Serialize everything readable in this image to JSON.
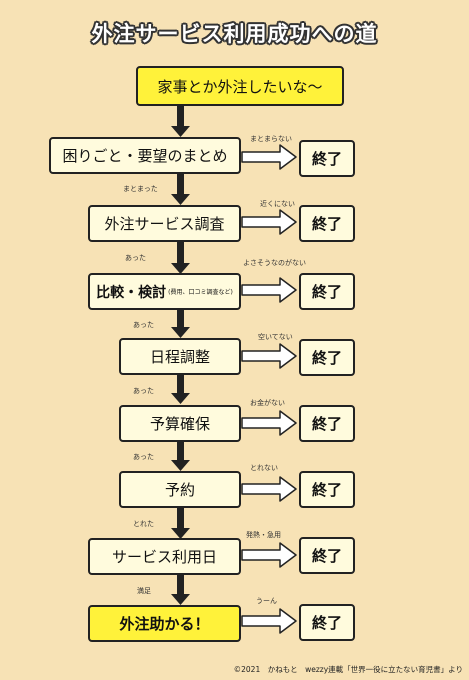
{
  "title": "外注サービス利用成功への道",
  "start": "家事とか外注したいな〜",
  "end_label": "終了",
  "steps": [
    {
      "label": "困りごと・要望のまとめ",
      "no_label": "まとまらない",
      "yes_label": "まとまった"
    },
    {
      "label": "外注サービス調査",
      "no_label": "近くにない",
      "yes_label": "あった"
    },
    {
      "label": "比較・検討",
      "note": "(費用、口コミ調査など)",
      "no_label": "よさそうなのがない",
      "yes_label": "あった"
    },
    {
      "label": "日程調整",
      "no_label": "空いてない",
      "yes_label": "あった"
    },
    {
      "label": "予算確保",
      "no_label": "お金がない",
      "yes_label": "あった"
    },
    {
      "label": "予約",
      "no_label": "とれない",
      "yes_label": "とれた"
    },
    {
      "label": "サービス利用日",
      "no_label": "発熱・急用",
      "yes_label": "満足"
    },
    {
      "label": "外注助かる！",
      "no_label": "うーん"
    }
  ],
  "credit": "©2021　かねもと　wezzy連載「世界一役に立たない育児書」より"
}
